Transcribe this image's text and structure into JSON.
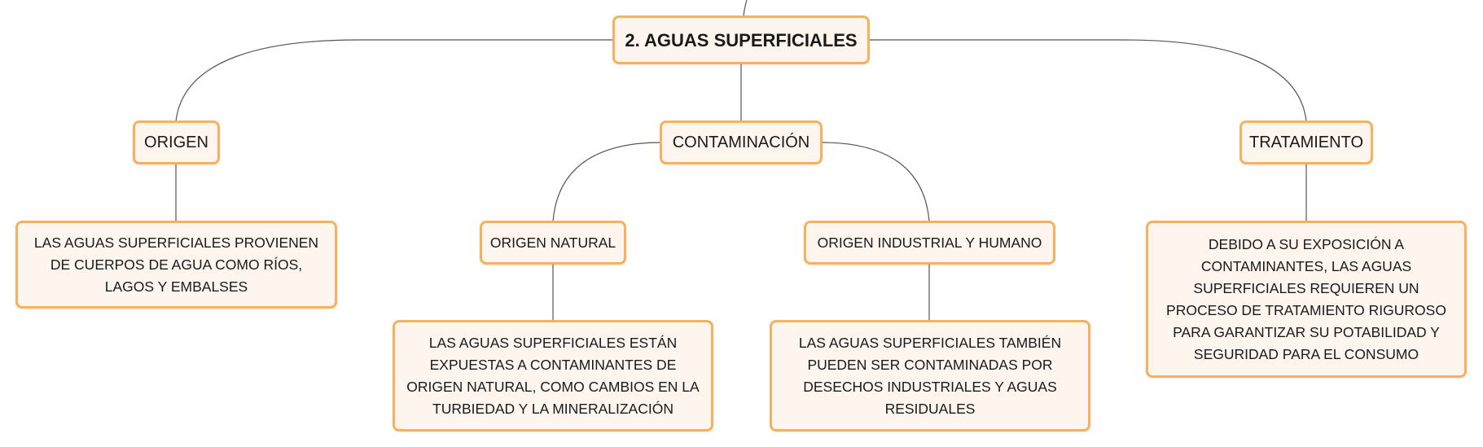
{
  "root": {
    "label": "2. AGUAS SUPERFICIALES"
  },
  "branches": {
    "origen": {
      "label": "ORIGEN",
      "detail": "LAS AGUAS SUPERFICIALES PROVIENEN DE CUERPOS DE AGUA COMO RÍOS, LAGOS Y EMBALSES"
    },
    "contaminacion": {
      "label": "CONTAMINACIÓN",
      "natural": {
        "label": "ORIGEN NATURAL",
        "detail": "LAS AGUAS SUPERFICIALES ESTÁN EXPUESTAS A CONTAMINANTES DE ORIGEN NATURAL, COMO CAMBIOS EN LA TURBIEDAD Y LA MINERALIZACIÓN"
      },
      "industrial": {
        "label": "ORIGEN INDUSTRIAL Y HUMANO",
        "detail": "LAS AGUAS SUPERFICIALES TAMBIÉN PUEDEN SER CONTAMINADAS POR DESECHOS INDUSTRIALES Y AGUAS RESIDUALES"
      }
    },
    "tratamiento": {
      "label": "TRATAMIENTO",
      "detail": "DEBIDO A SU EXPOSICIÓN A CONTAMINANTES, LAS AGUAS SUPERFICIALES REQUIEREN UN PROCESO DE TRATAMIENTO RIGUROSO PARA GARANTIZAR SU POTABILIDAD Y SEGURIDAD PARA EL CONSUMO"
    }
  },
  "colors": {
    "node_border": "#f5b15e",
    "node_fill": "#fdf5ee",
    "connector": "#555555"
  }
}
